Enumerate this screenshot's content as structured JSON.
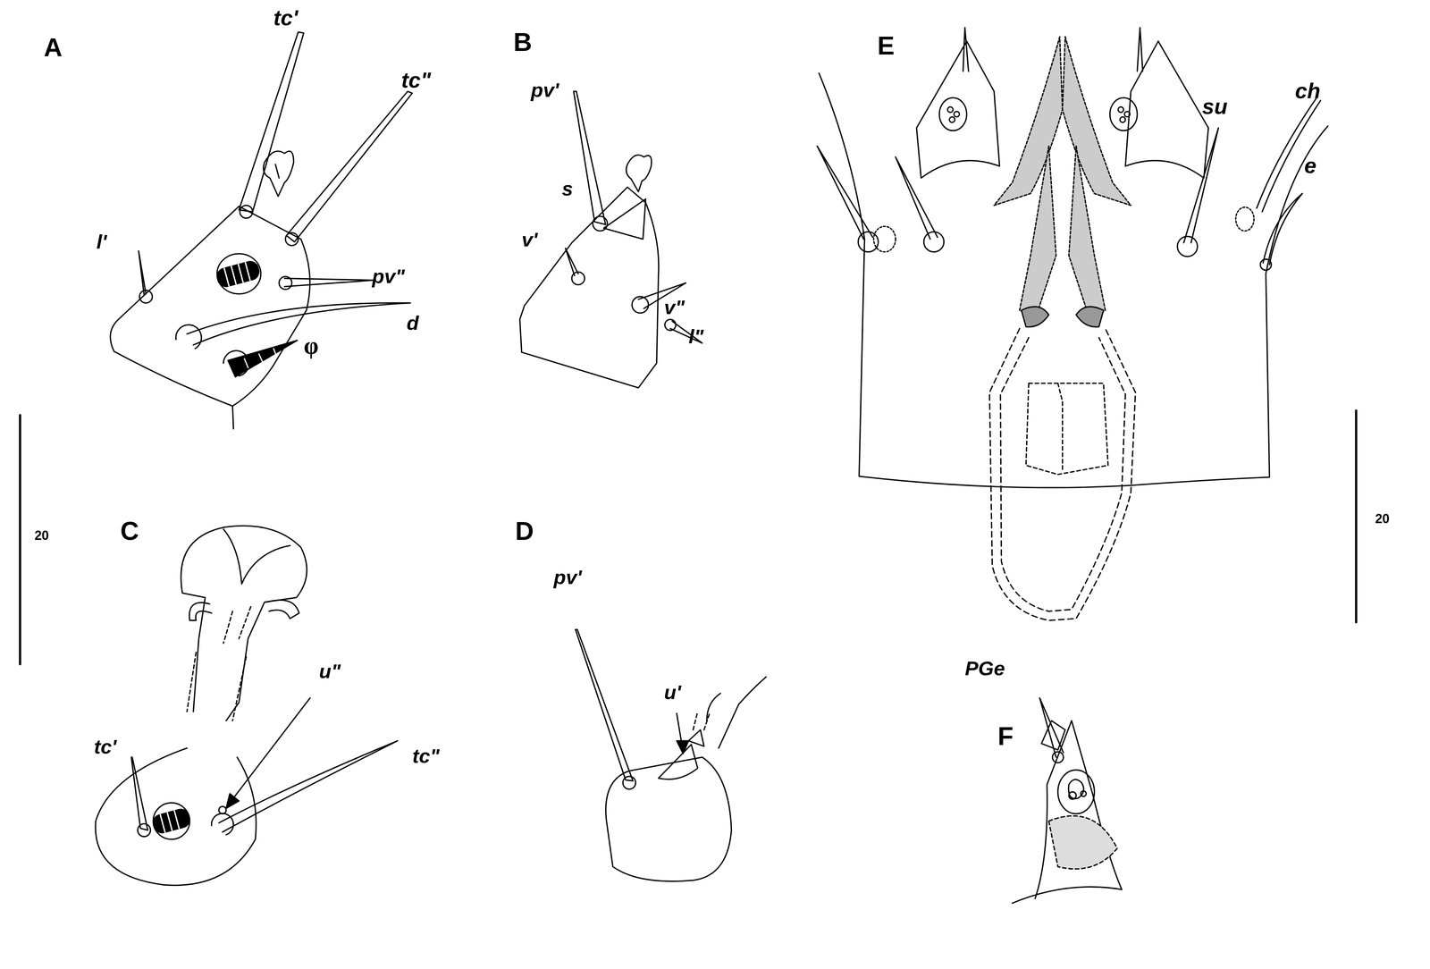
{
  "diagram": {
    "labels": [
      "A",
      "tc'",
      "tc\"",
      "l'",
      "pv\"",
      "d",
      "φ",
      "B",
      "pv'",
      "s",
      "v'",
      "v\"",
      "l\"",
      "C",
      "tc'",
      "u\"",
      "tc\"",
      "D",
      "pv'",
      "u'",
      "E",
      "su",
      "ch",
      "e",
      "F",
      "PGe",
      "20",
      "20"
    ]
  }
}
